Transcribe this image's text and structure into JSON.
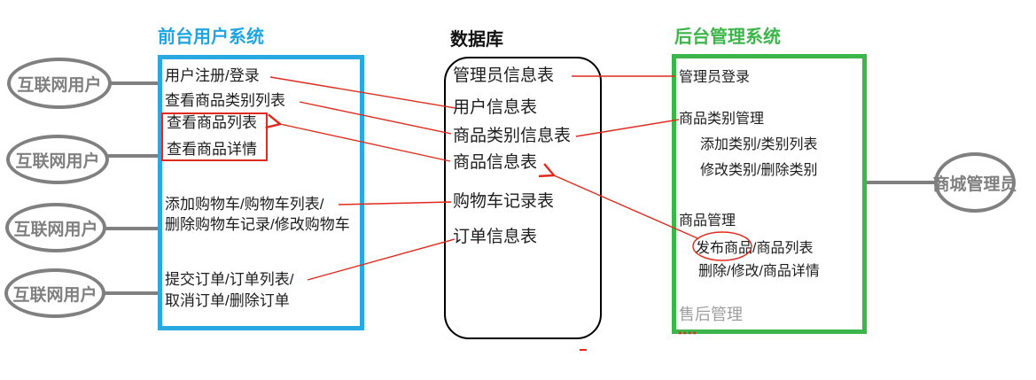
{
  "frontend": {
    "title": "前台用户系统",
    "items": [
      "用户注册/登录",
      "查看商品类别列表",
      "查看商品列表",
      "查看商品详情",
      "添加购物车/购物车列表/",
      "删除购物车记录/修改购物车",
      "提交订单/订单列表/",
      "取消订单/删除订单"
    ]
  },
  "database": {
    "title": "数据库",
    "tables": [
      "管理员信息表",
      "用户信息表",
      "商品类别信息表",
      "商品信息表",
      "购物车记录表",
      "订单信息表"
    ]
  },
  "backend": {
    "title": "后台管理系统",
    "items": [
      "管理员登录",
      "商品类别管理",
      "添加类别/类别列表",
      "修改类别/删除类别",
      "商品管理",
      "发布商品/商品列表",
      "删除/修改/商品详情",
      "售后管理"
    ]
  },
  "actors": {
    "internet_users": [
      "互联网用户",
      "互联网用户",
      "互联网用户",
      "互联网用户"
    ],
    "admin": "商城管理员"
  },
  "colors": {
    "frontend_accent": "#29a9e1",
    "backend_accent": "#3cb54a",
    "relation_red": "#e02a1d",
    "actor_gray": "#808080",
    "muted_text": "#9e9e9e",
    "text": "#1c1c1c"
  }
}
